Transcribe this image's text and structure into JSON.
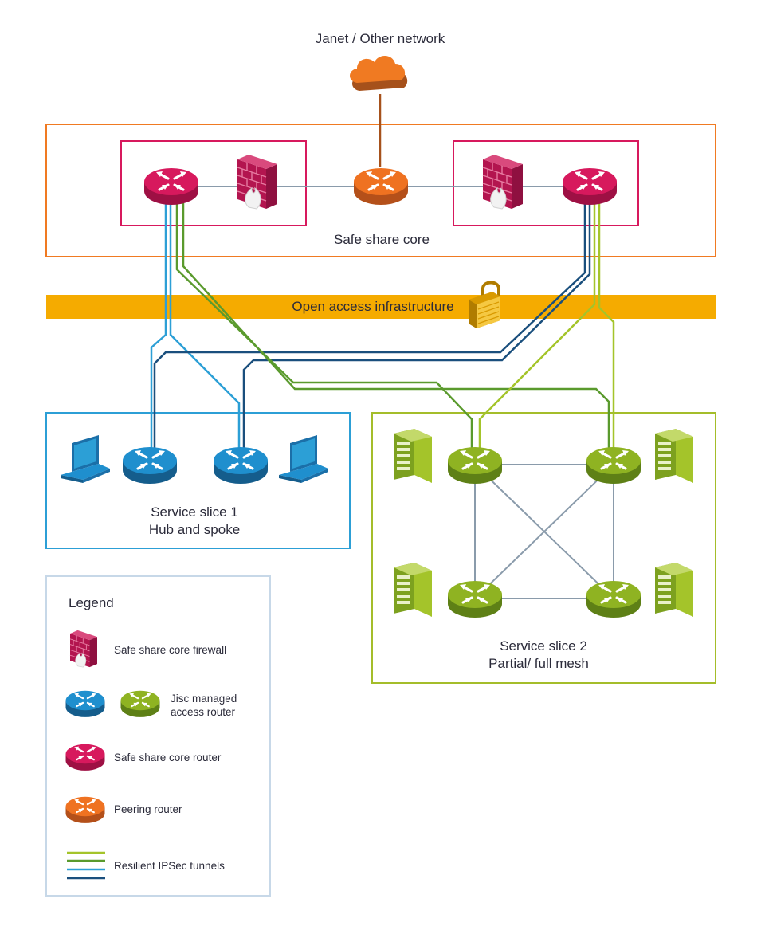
{
  "labels": {
    "external_network": "Janet / Other network",
    "core": "Safe share core",
    "infrastructure": "Open access infrastructure",
    "slice1_line1": "Service slice 1",
    "slice1_line2": "Hub and spoke",
    "slice2_line1": "Service slice 2",
    "slice2_line2": "Partial/ full mesh"
  },
  "legend": {
    "title": "Legend",
    "firewall": "Safe share core firewall",
    "access_router_line1": "Jisc managed",
    "access_router_line2": "access router",
    "core_router": "Safe share core router",
    "peering_router": "Peering router",
    "tunnels": "Resilient IPSec tunnels"
  },
  "colors": {
    "core_border": "#f07a22",
    "firewall_box_border": "#d7195d",
    "infrastructure_band": "#f5ab00",
    "slice1_border": "#2c9fd6",
    "slice2_border": "#a4bd2a",
    "legend_border": "#c7d8e8",
    "core_router": "#d7195d",
    "peering_router": "#ef7221",
    "blue_router": "#1f8fce",
    "green_router": "#8fb322",
    "tunnel_light_blue": "#2c9fd6",
    "tunnel_dark_blue": "#1a4f7d",
    "tunnel_light_green": "#a4c42a",
    "tunnel_dark_green": "#5a9a2d",
    "mesh_link": "#8a9bab",
    "cloud": "#f07a22",
    "cloud_link": "#a6511b"
  },
  "icons": {
    "external_network": "cloud-icon",
    "firewall": "brick-firewall-icon",
    "lock": "padlock-icon",
    "laptop": "laptop-icon",
    "server": "server-icon",
    "router": "router-arrows-icon"
  }
}
